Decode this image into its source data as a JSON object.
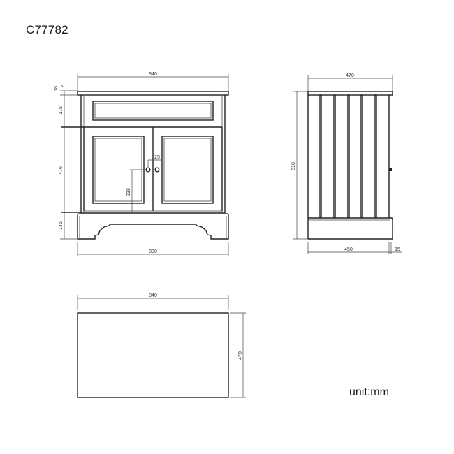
{
  "title": "C77782",
  "unit_label": "unit:mm",
  "front_view": {
    "top_width": "840",
    "top_thickness": "18",
    "drawer_height": "175",
    "door_height": "476",
    "base_height": "145",
    "base_width": "830",
    "knob_offset_x": "25",
    "knob_height": "238"
  },
  "side_view": {
    "top_depth": "470",
    "total_height": "818",
    "body_depth": "450",
    "overhang": "15"
  },
  "top_view": {
    "width": "840",
    "depth": "470"
  }
}
